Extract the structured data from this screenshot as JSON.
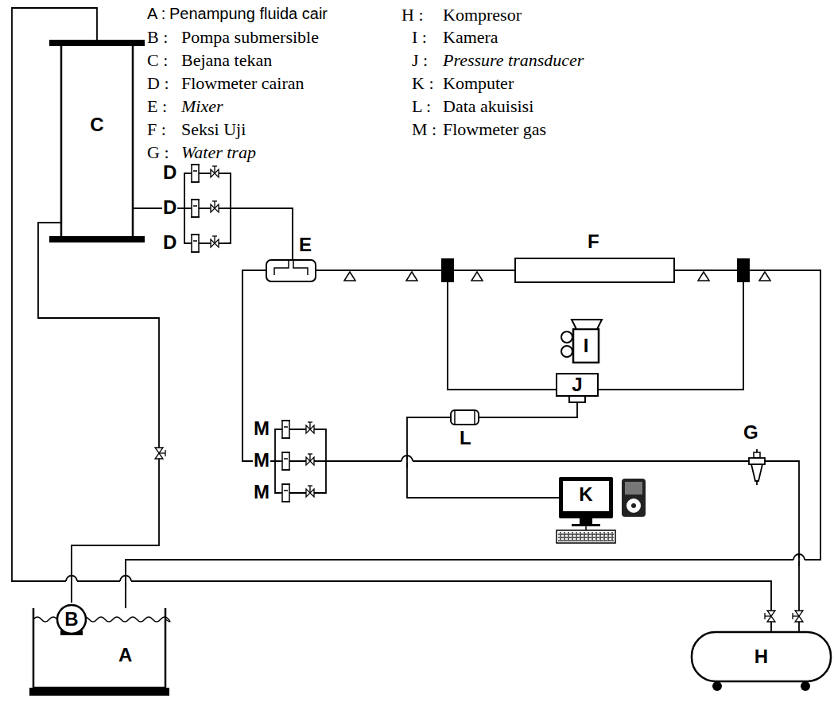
{
  "diagram": {
    "nodes": [
      {
        "text": [
          "C"
        ]
      },
      {
        "text": [
          "D"
        ]
      },
      {
        "text": [
          "D"
        ]
      },
      {
        "text": [
          "D"
        ]
      },
      {
        "text": [
          "E"
        ]
      },
      {
        "text": [
          "F"
        ]
      },
      {
        "text": [
          "I"
        ]
      },
      {
        "text": [
          "J"
        ]
      },
      {
        "text": [
          "L"
        ]
      },
      {
        "text": [
          "K"
        ]
      },
      {
        "text": [
          "M"
        ]
      },
      {
        "text": [
          "M"
        ]
      },
      {
        "text": [
          "M"
        ]
      },
      {
        "text": [
          "G"
        ]
      },
      {
        "text": [
          "A"
        ]
      },
      {
        "text": [
          "B"
        ],
        "in": 14
      },
      {
        "text": [
          "H"
        ]
      }
    ],
    "edges": [
      {
        "from": 15,
        "to": 0,
        "arrow": "none"
      },
      {
        "from": 0,
        "to": 1,
        "arrow": "none"
      },
      {
        "from": 0,
        "to": 2,
        "arrow": "none"
      },
      {
        "from": 0,
        "to": 3,
        "arrow": "none"
      },
      {
        "from": 1,
        "to": 4,
        "arrow": "none"
      },
      {
        "from": 2,
        "to": 4,
        "arrow": "none"
      },
      {
        "from": 3,
        "to": 4,
        "arrow": "none"
      },
      {
        "from": 4,
        "to": 5,
        "arrow": "none"
      },
      {
        "from": 5,
        "to": 7,
        "arrow": "none"
      },
      {
        "from": 5,
        "to": 7,
        "arrow": "none"
      },
      {
        "from": 7,
        "to": 8,
        "arrow": "none"
      },
      {
        "from": 8,
        "to": 9,
        "arrow": "none"
      },
      {
        "from": 10,
        "to": 4,
        "arrow": "none"
      },
      {
        "from": 11,
        "to": 4,
        "arrow": "none"
      },
      {
        "from": 12,
        "to": 4,
        "arrow": "none"
      },
      {
        "from": 13,
        "to": 10,
        "arrow": "none"
      },
      {
        "from": 13,
        "to": 11,
        "arrow": "none"
      },
      {
        "from": 13,
        "to": 12,
        "arrow": "none"
      },
      {
        "from": 16,
        "to": 13,
        "arrow": "none"
      },
      {
        "from": 16,
        "to": 0,
        "arrow": "none"
      },
      {
        "from": 5,
        "to": 14,
        "arrow": "none"
      }
    ],
    "labels": [
      "A :",
      "Penampung fluida cair",
      "H :",
      "Kompresor",
      "B :",
      "Pompa submersible",
      "I :",
      "Kamera",
      "C :",
      "Bejana tekan",
      "J :",
      "Pressure transducer",
      "D :",
      "Flowmeter cairan",
      "K :",
      "Komputer",
      "E :",
      "Mixer",
      "L :",
      "Data akuisisi",
      "F :",
      "Seksi Uji",
      "M :",
      "Flowmeter gas",
      "G :",
      "Water trap"
    ]
  }
}
